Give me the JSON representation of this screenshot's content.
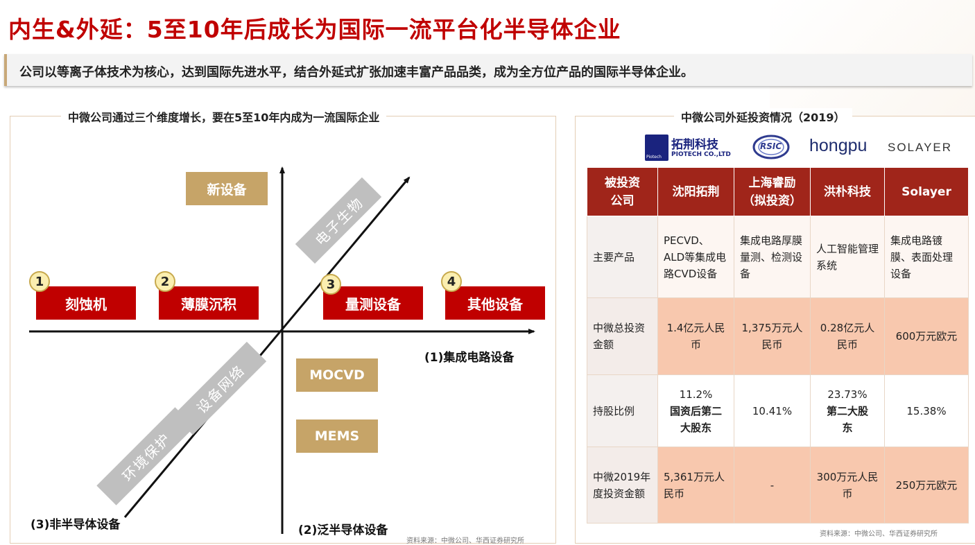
{
  "title": "内生&外延：5至10年后成长为国际一流平台化半导体企业",
  "subtitle": "公司以等离子体技术为核心，达到国际先进水平，结合外延式扩张加速丰富产品品类，成为全方位产品的国际半导体企业。",
  "left_panel": {
    "title": "中微公司通过三个维度增长，要在5至10年内成为一流国际企业",
    "axis_labels": {
      "x": "(1)集成电路设备",
      "y": "(2)泛半导体设备",
      "diag": "(3)非半导体设备"
    },
    "ic_equipment": [
      {
        "num": "1",
        "label": "刻蚀机"
      },
      {
        "num": "2",
        "label": "薄膜沉积"
      },
      {
        "num": "3",
        "label": "量测设备"
      },
      {
        "num": "4",
        "label": "其他设备"
      }
    ],
    "pan_semi": {
      "new": "新设备",
      "mocvd": "MOCVD",
      "mems": "MEMS"
    },
    "non_semi": {
      "bio": "电子生物",
      "env": "环境保护",
      "network": "设备网络"
    },
    "source": "资料来源：中微公司、华西证券研究所"
  },
  "right_panel": {
    "title": "中微公司外延投资情况（2019）",
    "logos": {
      "piotech_cn": "拓荆科技",
      "piotech_en": "PIOTECH CO.,LTD",
      "piotech_small": "Piotech",
      "rsic": "RSIC",
      "hongpu": "hongpu",
      "solayer": "SOLAYER"
    },
    "headers": [
      "被投资公司",
      "沈阳拓荆",
      "上海睿励（拟投资）",
      "洪朴科技",
      "Solayer"
    ],
    "rows": [
      {
        "label": "主要产品",
        "cells": [
          "PECVD、ALD等集成电路CVD设备",
          "集成电路厚膜量测、检测设备",
          "人工智能管理系统",
          "集成电路镀膜、表面处理设备"
        ]
      },
      {
        "label": "中微总投资金额",
        "cells": [
          "1.4亿元人民币",
          "1,375万元人民币",
          "0.28亿元人民币",
          "600万元欧元"
        ]
      },
      {
        "label": "持股比例",
        "cells": [
          "11.2%",
          "10.41%",
          "23.73%",
          "15.38%"
        ],
        "notes": [
          "国资后第二大股东",
          "",
          "第二大股东",
          ""
        ]
      },
      {
        "label": "中微2019年度投资金额",
        "cells": [
          "5,361万元人民币",
          "-",
          "300万元人民币",
          "250万元欧元"
        ]
      }
    ],
    "source": "资料来源：中微公司、华西证券研究所"
  }
}
